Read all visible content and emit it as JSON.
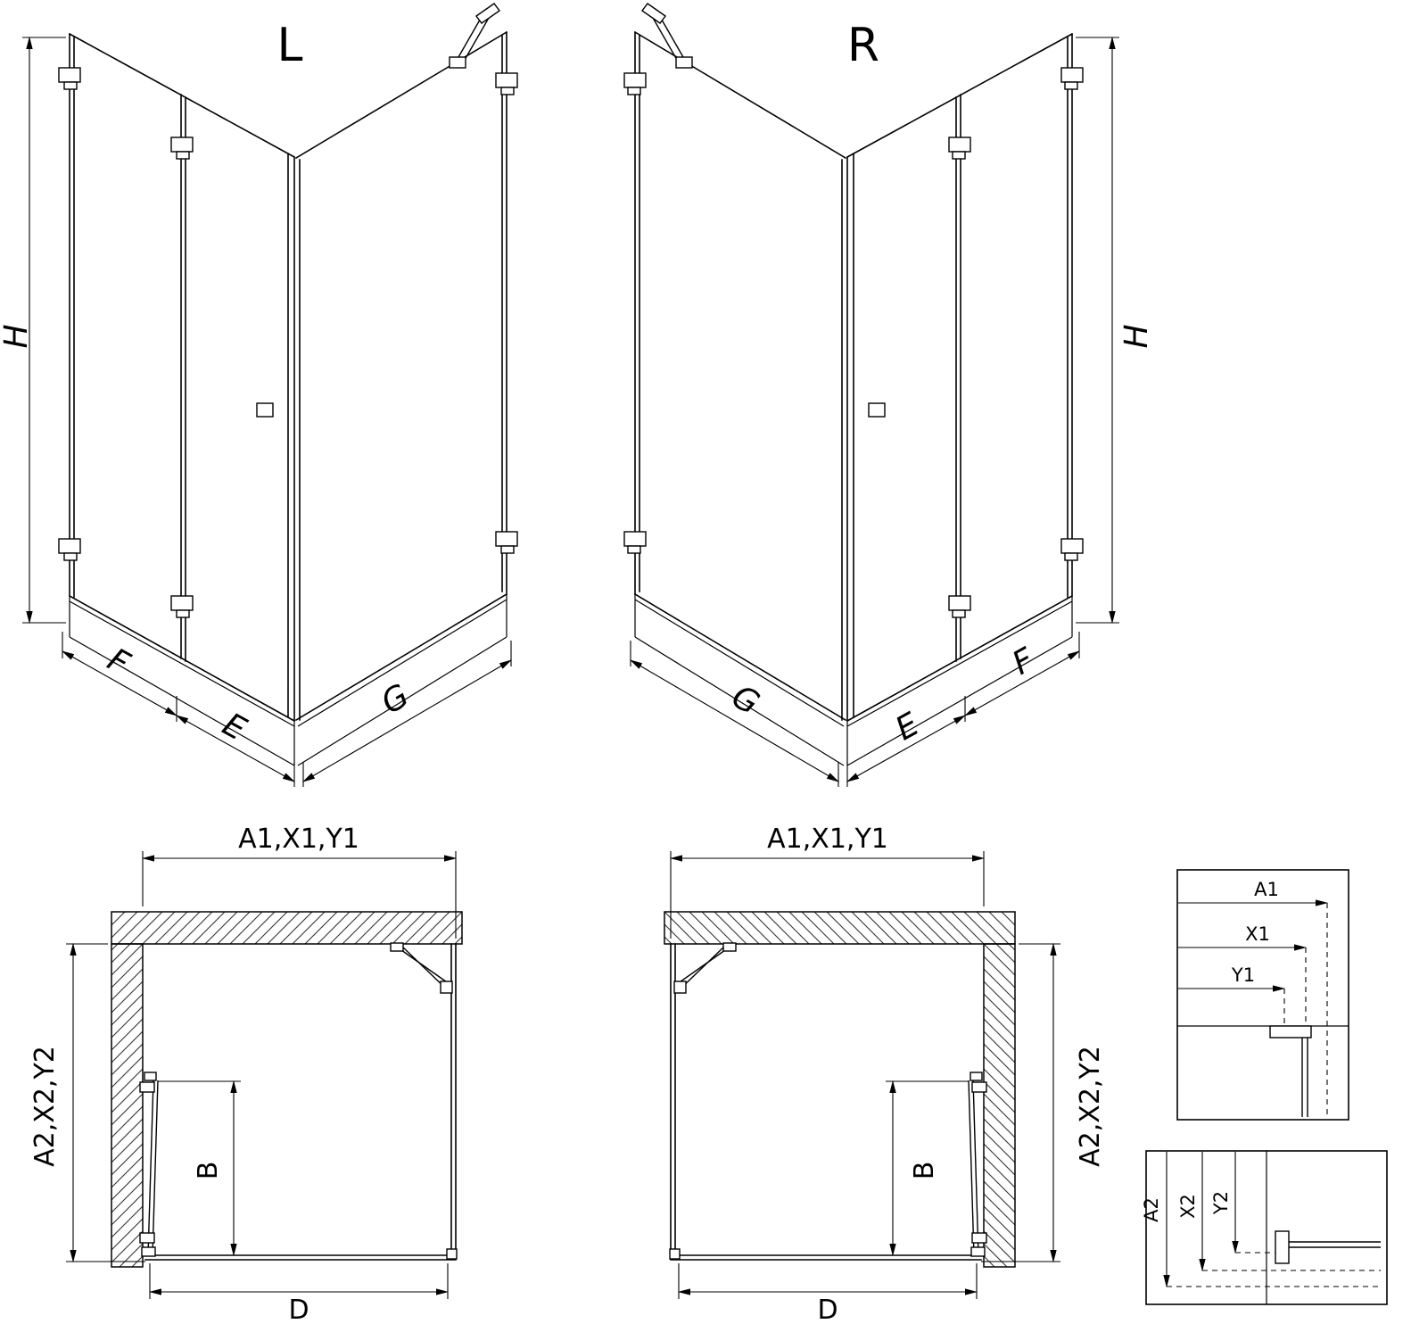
{
  "diagram": {
    "iso_left": {
      "title": "L",
      "height": "H",
      "panel_f": "F",
      "panel_e": "E",
      "panel_g": "G"
    },
    "iso_right": {
      "title": "R",
      "height": "H",
      "panel_f": "F",
      "panel_e": "E",
      "panel_g": "G"
    },
    "plan_left": {
      "width_top": "A1,X1,Y1",
      "depth_side": "A2,X2,Y2",
      "door_width": "B",
      "opening_width": "D"
    },
    "plan_right": {
      "width_top": "A1,X1,Y1",
      "depth_side": "A2,X2,Y2",
      "door_width": "B",
      "opening_width": "D"
    },
    "detail_width": {
      "a1": "A1",
      "x1": "X1",
      "y1": "Y1"
    },
    "detail_depth": {
      "a2": "A2",
      "x2": "X2",
      "y2": "Y2"
    }
  }
}
